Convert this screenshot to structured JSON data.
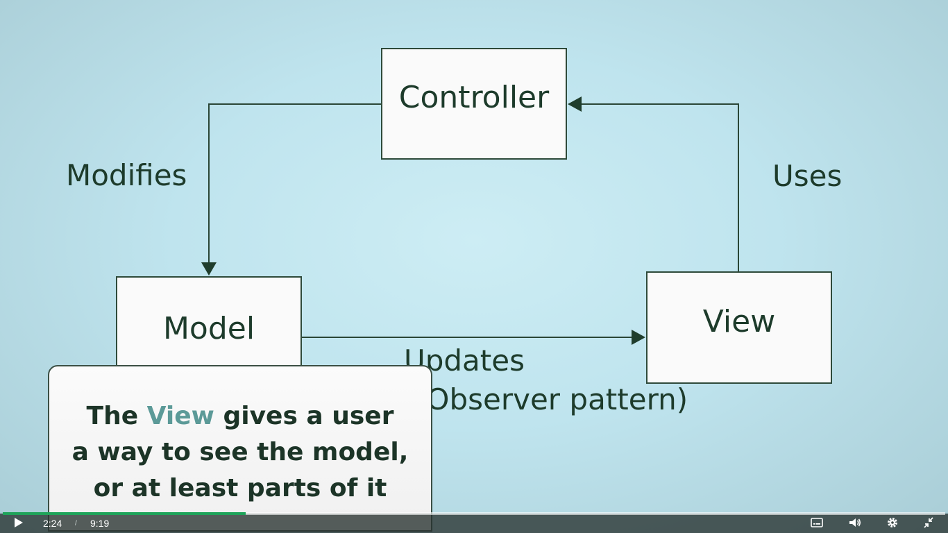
{
  "slide": {
    "controller_label": "Controller",
    "model_label": "Model",
    "view_label": "View",
    "modifies_label": "Modifies",
    "uses_label": "Uses",
    "updates_label": "Updates",
    "observer_label": "(Observer pattern)"
  },
  "caption": {
    "line1_before": "The ",
    "line1_highlight": "View",
    "line1_after": " gives a user",
    "line2": "a way to see the model,",
    "line3": "or at least parts of it",
    "highlight_color": "#5c9a98"
  },
  "player": {
    "current_time": "2:24",
    "separator": "/",
    "total_time": "9:19",
    "progress_fraction": 0.258,
    "accent_color": "#1fa35a",
    "icons": [
      "play-icon",
      "captions-icon",
      "volume-icon",
      "settings-icon",
      "exit-fullscreen-icon"
    ]
  }
}
